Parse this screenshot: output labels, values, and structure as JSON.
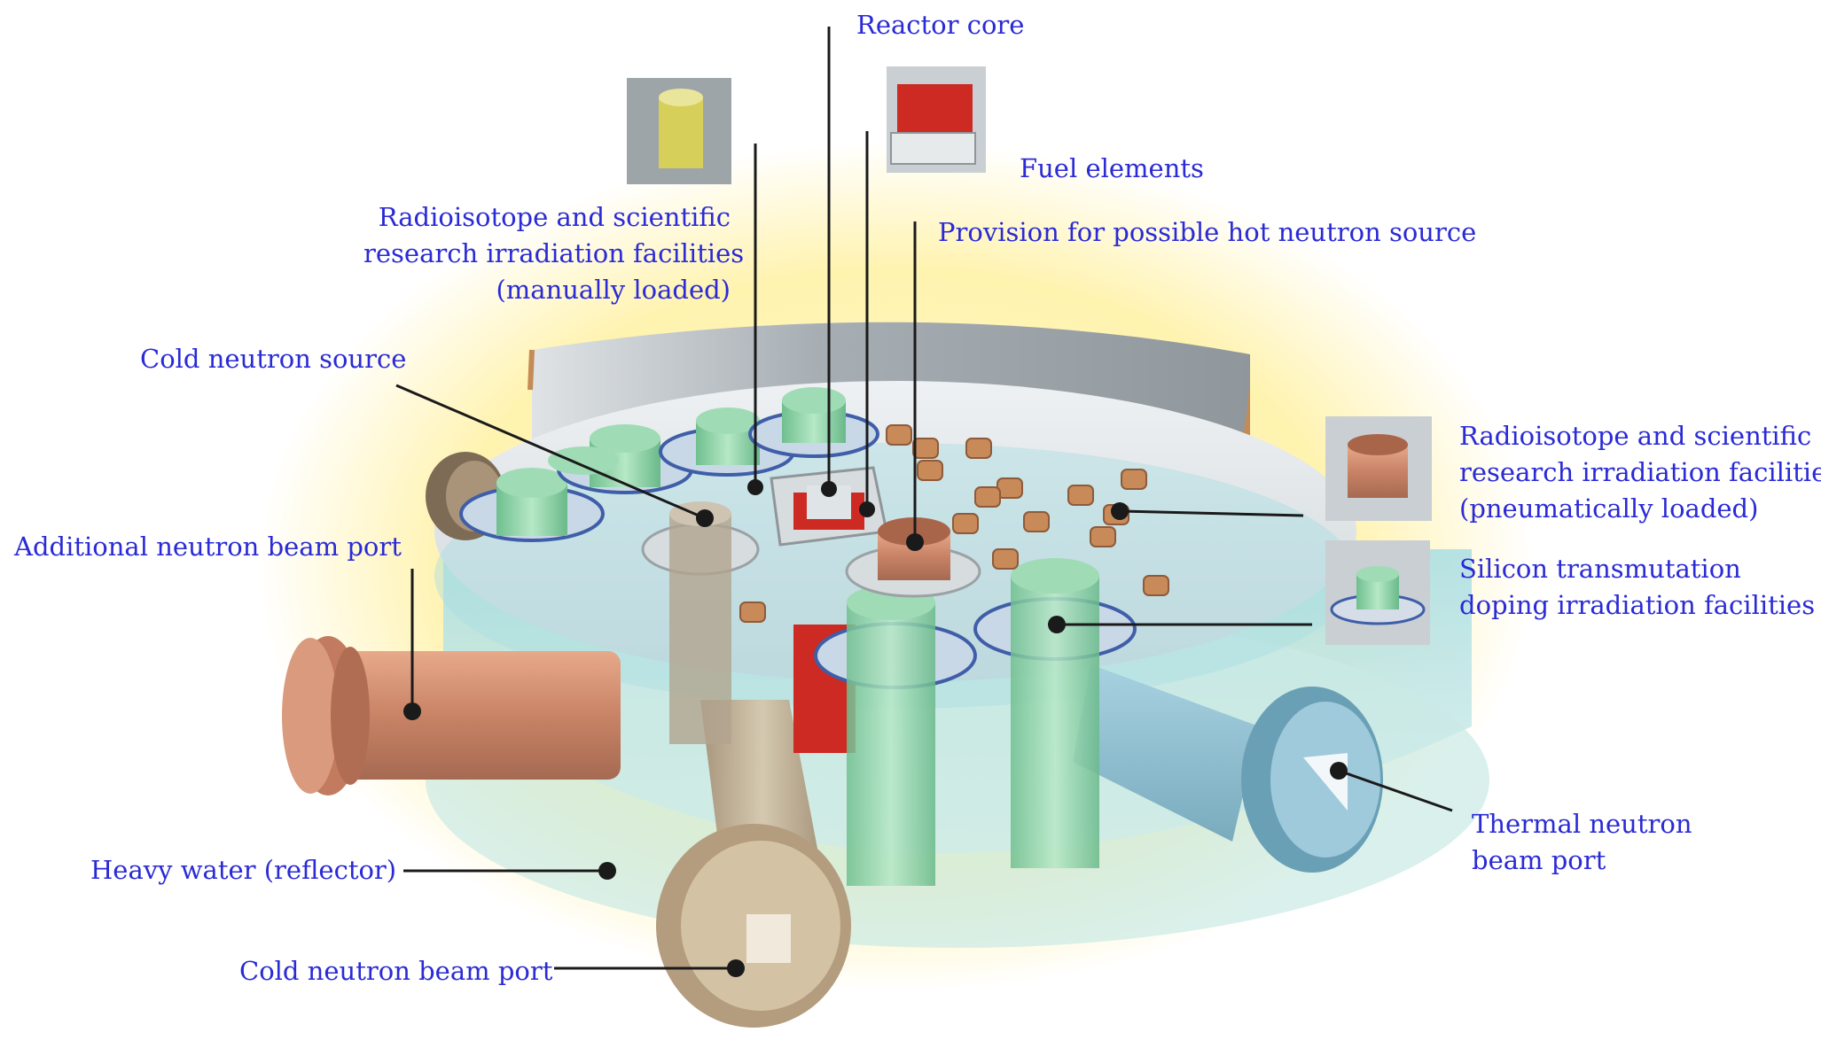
{
  "labels": {
    "reactor_core": "Reactor core",
    "fuel_elements": "Fuel elements",
    "manual_irradiation": [
      "Radioisotope and scientific",
      "research irradiation facilities",
      "(manually loaded)"
    ],
    "hot_neutron_source": "Provision for possible hot neutron source",
    "cold_neutron_source": "Cold neutron source",
    "pneumatic_irradiation": [
      "Radioisotope and scientific",
      "research irradiation facilities",
      "(pneumatically loaded)"
    ],
    "silicon_doping": [
      "Silicon transmutation",
      "doping irradiation facilities"
    ],
    "additional_beam_port": "Additional neutron beam port",
    "thermal_beam_port": [
      "Thermal neutron",
      "beam port"
    ],
    "heavy_water": "Heavy water (reflector)",
    "cold_beam_port": "Cold neutron beam port"
  },
  "colors": {
    "label_text": "#2a2ad6",
    "leader_line": "#1a1a1a",
    "glow": "#fff3b0",
    "heavy_water": "#bfe3e6",
    "vessel_wall": "#b9c0c4",
    "green_tube": "#8fd3a8",
    "copper_tube": "#c98a5a",
    "red_fuel": "#cc2a22"
  }
}
